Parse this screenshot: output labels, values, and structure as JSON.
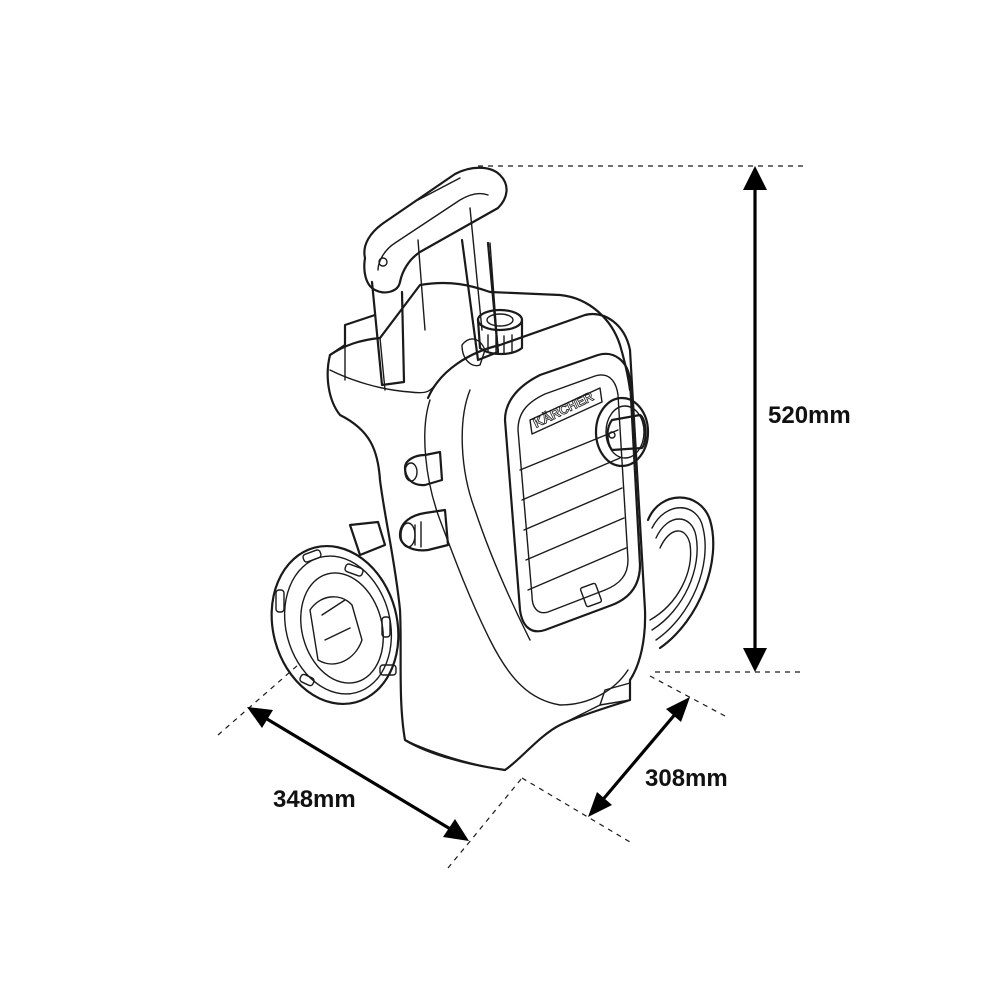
{
  "dimensions": {
    "height_label": "520mm",
    "width_label": "348mm",
    "depth_label": "308mm"
  },
  "brand": {
    "logo_text": "KÄRCHER"
  },
  "colors": {
    "line": "#1a1a1a",
    "background": "#ffffff"
  }
}
